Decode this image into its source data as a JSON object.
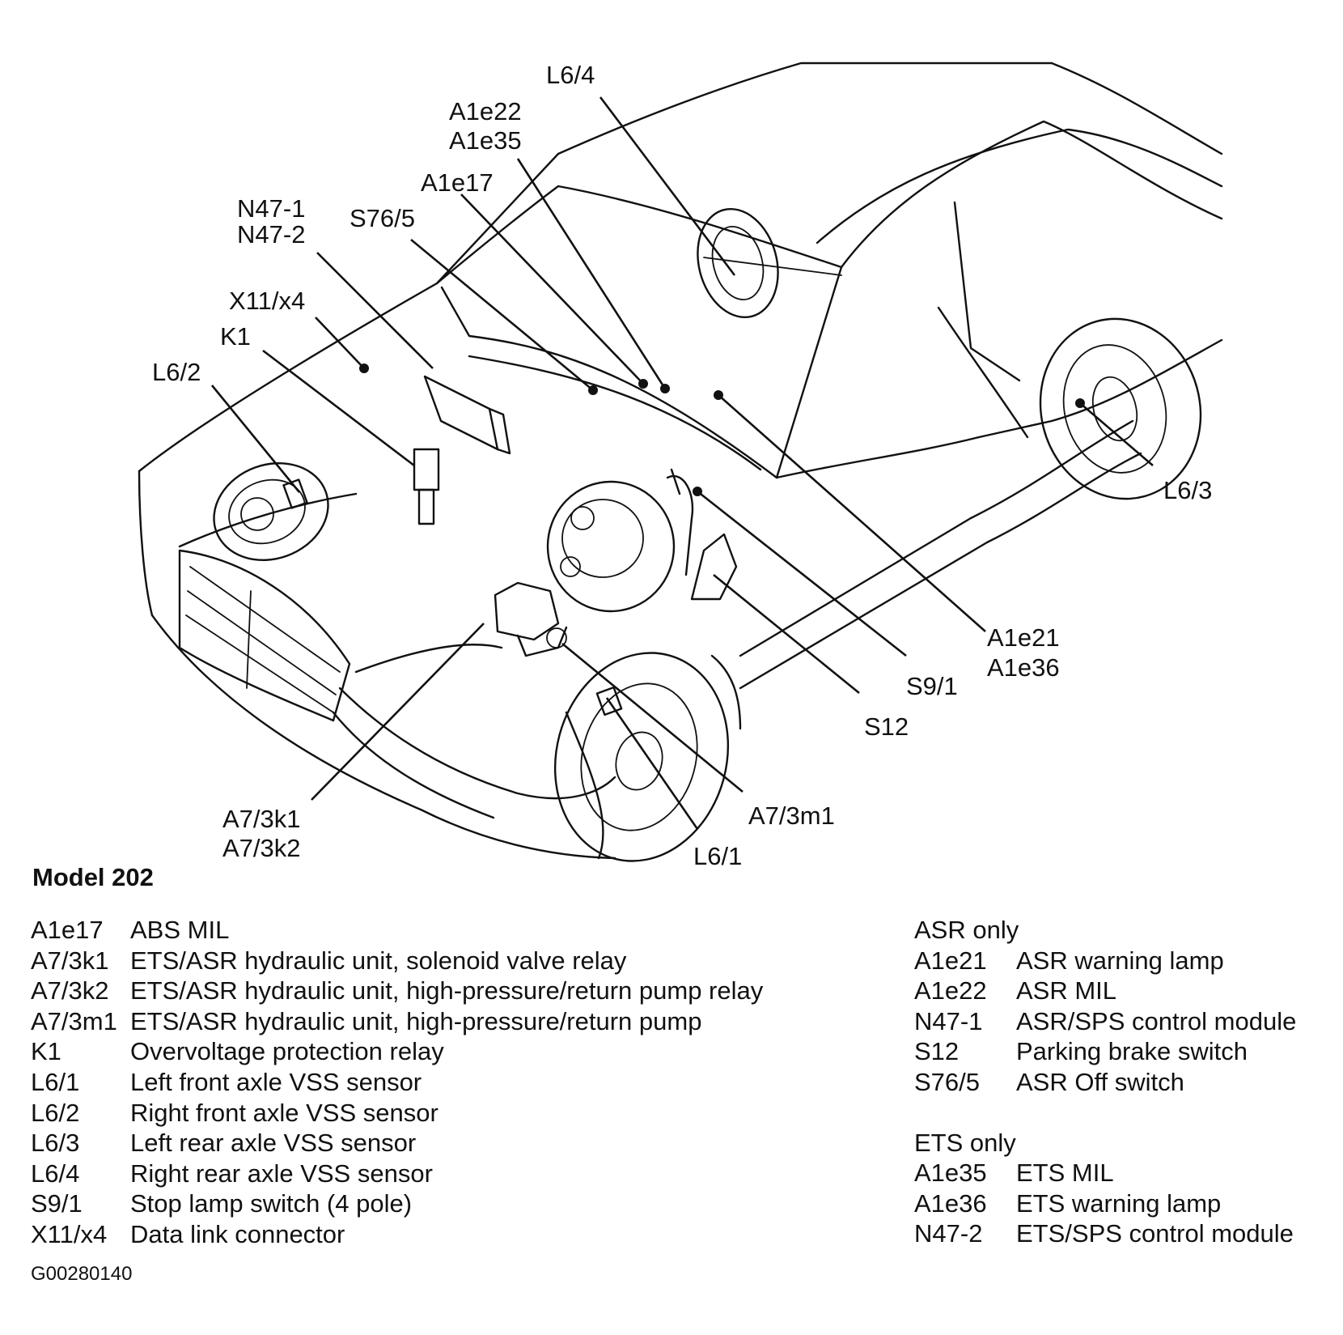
{
  "callouts": [
    {
      "id": "L6/4",
      "text": "L6/4"
    },
    {
      "id": "A1e22",
      "text": "A1e22"
    },
    {
      "id": "A1e35",
      "text": "A1e35"
    },
    {
      "id": "A1e17",
      "text": "A1e17"
    },
    {
      "id": "N47-1",
      "text": "N47-1"
    },
    {
      "id": "N47-2",
      "text": "N47-2"
    },
    {
      "id": "S76/5",
      "text": "S76/5"
    },
    {
      "id": "X11/x4",
      "text": "X11/x4"
    },
    {
      "id": "K1",
      "text": "K1"
    },
    {
      "id": "L6/2",
      "text": "L6/2"
    },
    {
      "id": "L6/3",
      "text": "L6/3"
    },
    {
      "id": "A1e21",
      "text": "A1e21"
    },
    {
      "id": "A1e36",
      "text": "A1e36"
    },
    {
      "id": "S9/1",
      "text": "S9/1"
    },
    {
      "id": "S12",
      "text": "S12"
    },
    {
      "id": "A7/3m1",
      "text": "A7/3m1"
    },
    {
      "id": "A7/3k1",
      "text": "A7/3k1"
    },
    {
      "id": "A7/3k2",
      "text": "A7/3k2"
    },
    {
      "id": "L6/1",
      "text": "L6/1"
    }
  ],
  "model_title": "Model 202",
  "legend_main": [
    {
      "code": "A1e17",
      "desc": "ABS MIL"
    },
    {
      "code": "A7/3k1",
      "desc": "ETS/ASR hydraulic unit, solenoid valve relay"
    },
    {
      "code": "A7/3k2",
      "desc": "ETS/ASR hydraulic unit, high-pressure/return pump relay"
    },
    {
      "code": "A7/3m1",
      "desc": "ETS/ASR hydraulic unit, high-pressure/return pump"
    },
    {
      "code": "K1",
      "desc": "Overvoltage protection relay"
    },
    {
      "code": "L6/1",
      "desc": "Left front axle VSS sensor"
    },
    {
      "code": "L6/2",
      "desc": "Right front axle VSS sensor"
    },
    {
      "code": "L6/3",
      "desc": "Left rear axle VSS sensor"
    },
    {
      "code": "L6/4",
      "desc": "Right rear axle VSS sensor"
    },
    {
      "code": "S9/1",
      "desc": "Stop lamp switch (4 pole)"
    },
    {
      "code": "X11/x4",
      "desc": "Data link connector"
    }
  ],
  "asr_group": {
    "title": "ASR only",
    "items": [
      {
        "code": "A1e21",
        "desc": "ASR warning lamp"
      },
      {
        "code": "A1e22",
        "desc": "ASR MIL"
      },
      {
        "code": "N47-1",
        "desc": "ASR/SPS control module"
      },
      {
        "code": "S12",
        "desc": "Parking brake switch"
      },
      {
        "code": "S76/5",
        "desc": "ASR Off switch"
      }
    ]
  },
  "ets_group": {
    "title": "ETS only",
    "items": [
      {
        "code": "A1e35",
        "desc": "ETS MIL"
      },
      {
        "code": "A1e36",
        "desc": "ETS warning lamp"
      },
      {
        "code": "N47-2",
        "desc": "ETS/SPS control module"
      }
    ]
  },
  "figure_id": "G00280140"
}
